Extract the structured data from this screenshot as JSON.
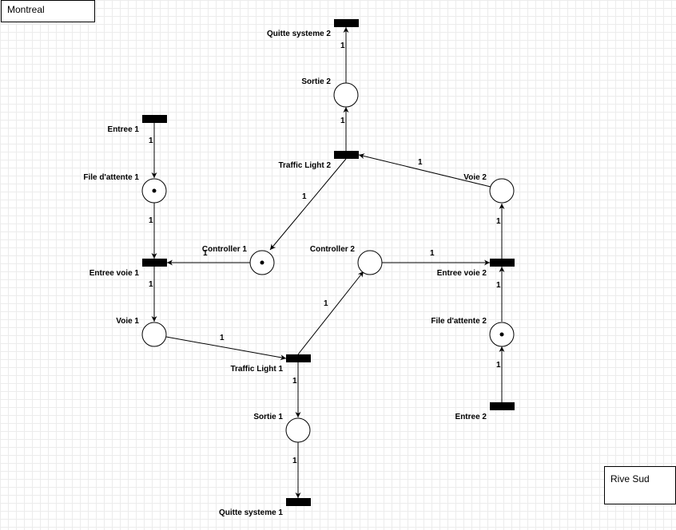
{
  "regions": {
    "top_left": "Montreal",
    "bottom_right": "Rive Sud"
  },
  "places": {
    "file_attente_1": "File d'attente 1",
    "voie_1": "Voie 1",
    "sortie_1": "Sortie 1",
    "controller_1": "Controller 1",
    "controller_2": "Controller 2",
    "sortie_2": "Sortie 2",
    "voie_2": "Voie 2",
    "file_attente_2": "File d'attente 2"
  },
  "transitions": {
    "entree_1": "Entree 1",
    "entree_voie_1": "Entree voie 1",
    "traffic_light_1": "Traffic Light 1",
    "quitte_systeme_1": "Quitte systeme 1",
    "traffic_light_2": "Traffic Light 2",
    "quitte_systeme_2": "Quitte systeme 2",
    "entree_voie_2": "Entree voie 2",
    "entree_2": "Entree 2"
  },
  "tokens": {
    "file_attente_1": 1,
    "controller_1": 1,
    "file_attente_2": 1
  },
  "arc_weight": "1"
}
